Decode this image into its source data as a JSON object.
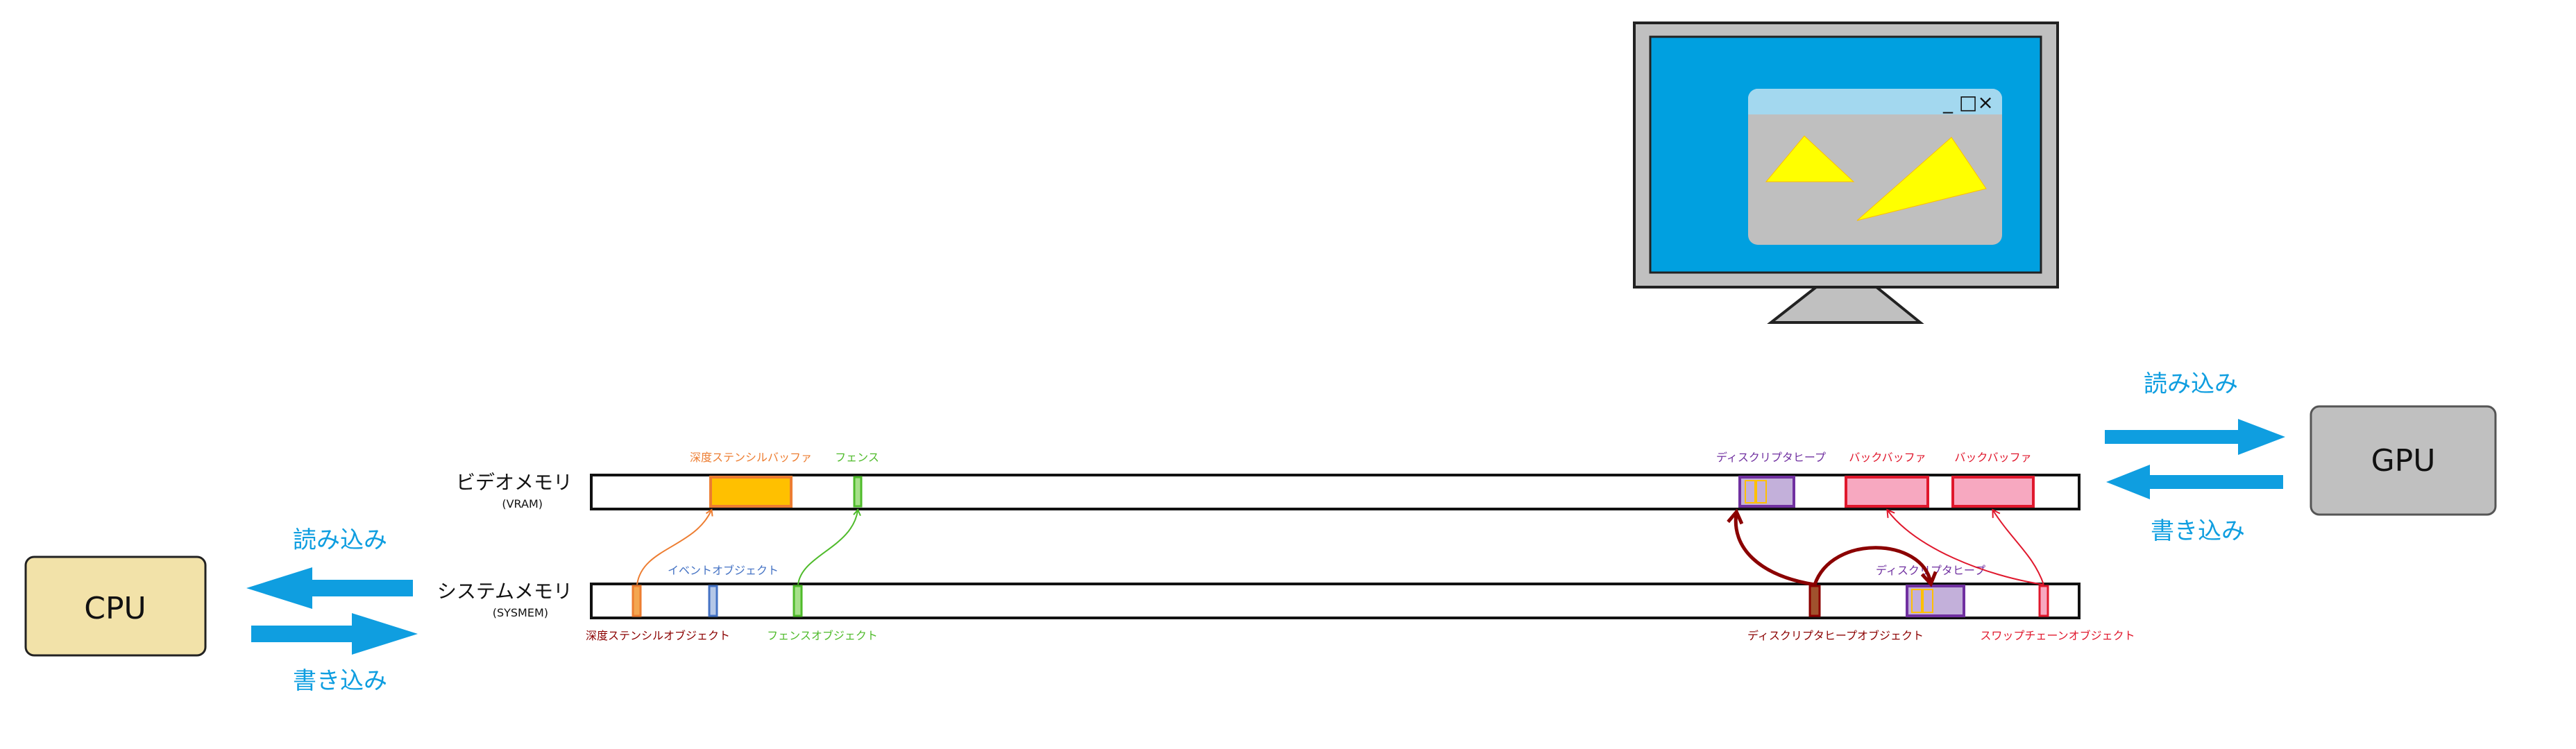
{
  "cpu": {
    "label": "CPU"
  },
  "gpu": {
    "label": "GPU"
  },
  "cpu_io": {
    "read": "読み込み",
    "write": "書き込み"
  },
  "gpu_io": {
    "read": "読み込み",
    "write": "書き込み"
  },
  "vram": {
    "name": "ビデオメモリ",
    "sub": "(VRAM)"
  },
  "sysmem": {
    "name": "システムメモリ",
    "sub": "(SYSMEM)"
  },
  "vram_blocks": {
    "depth_stencil_buffer": "深度ステンシルバッファ",
    "fence": "フェンス",
    "descriptor_heap": "ディスクリプタヒープ",
    "back_buffer_1": "バックバッファ",
    "back_buffer_2": "バックバッファ"
  },
  "sysmem_blocks": {
    "event_object": "イベントオブジェクト",
    "descriptor_heap": "ディスクリプタヒープ",
    "depth_stencil_object": "深度ステンシルオブジェクト",
    "fence_object": "フェンスオブジェクト",
    "descriptor_heap_object": "ディスクリプタヒープオブジェクト",
    "swap_chain_object": "スワップチェーンオブジェクト"
  },
  "window_controls": "_ □×",
  "colors": {
    "cpu_fill": "#f2e2a9",
    "gpu_fill": "#c0c0c0",
    "arrow_blue": "#0f9ee0",
    "depth": "#ed7d31",
    "depth_fill": "#ffc000",
    "event": "#4472c4",
    "fence": "#4fbb2b",
    "descriptor": "#7030a0",
    "descriptor_fill": "#c3b0da",
    "backbuffer": "#e0182d",
    "backbuffer_fill": "#f7a8c0",
    "heap_object": "#8b0000",
    "monitor_screen": "#00a0e0"
  }
}
